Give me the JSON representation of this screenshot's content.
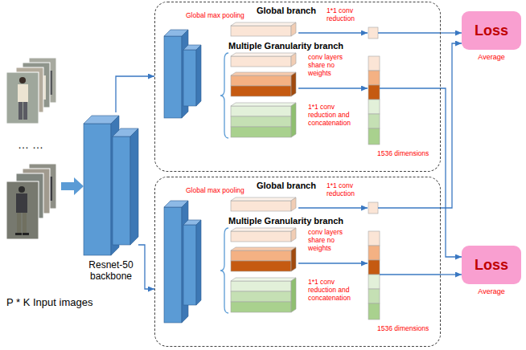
{
  "diagram": {
    "nodes": [
      {
        "text": [
          "P * K Input images"
        ]
      },
      {
        "text": [
          "Resnet-50 backbone"
        ]
      },
      {
        "text": [
          "Global branch",
          "Global max pooling",
          "1*1 conv reduction",
          "Multiple Granularity branch",
          "conv layers share no weights",
          "1*1 conv reduction and concatenation",
          "1536 dimensions"
        ]
      },
      {
        "text": [
          "Global branch",
          "Global max pooling",
          "1*1 conv reduction",
          "Multiple Granularity branch",
          "conv layers share no weights",
          "1*1 conv reduction and concatenation",
          "1536 dimensions"
        ]
      },
      {
        "text": [
          "Loss",
          "Average"
        ]
      },
      {
        "text": [
          "Loss",
          "Average"
        ]
      }
    ],
    "edges": [
      {
        "from": 0,
        "to": 1,
        "arrow": "to"
      },
      {
        "from": 1,
        "to": 2,
        "arrow": "to"
      },
      {
        "from": 1,
        "to": 3,
        "arrow": "to"
      },
      {
        "from": 2,
        "to": 4,
        "arrow": "to"
      },
      {
        "from": 2,
        "to": 5,
        "arrow": "to"
      },
      {
        "from": 3,
        "to": 4,
        "arrow": "to"
      },
      {
        "from": 3,
        "to": 5,
        "arrow": "to"
      }
    ],
    "labels": [
      "… …"
    ]
  }
}
